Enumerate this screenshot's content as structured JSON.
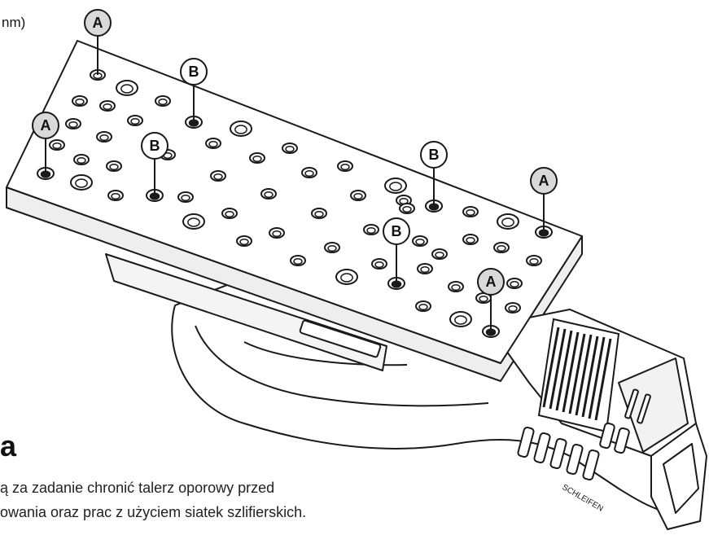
{
  "fragment_top": "nm)",
  "heading_fragment": "a",
  "body_lines": [
    "ą za zadanie chronić talerz oporowy przed",
    "owania oraz prac z użyciem siatek szlifierskich."
  ],
  "callouts": {
    "a": "A",
    "b": "B"
  },
  "tool_text": "SCHLEIFEN",
  "colors": {
    "a_fill": "#d9d9d9",
    "b_fill": "#ffffff",
    "line": "#1a1a1a"
  }
}
